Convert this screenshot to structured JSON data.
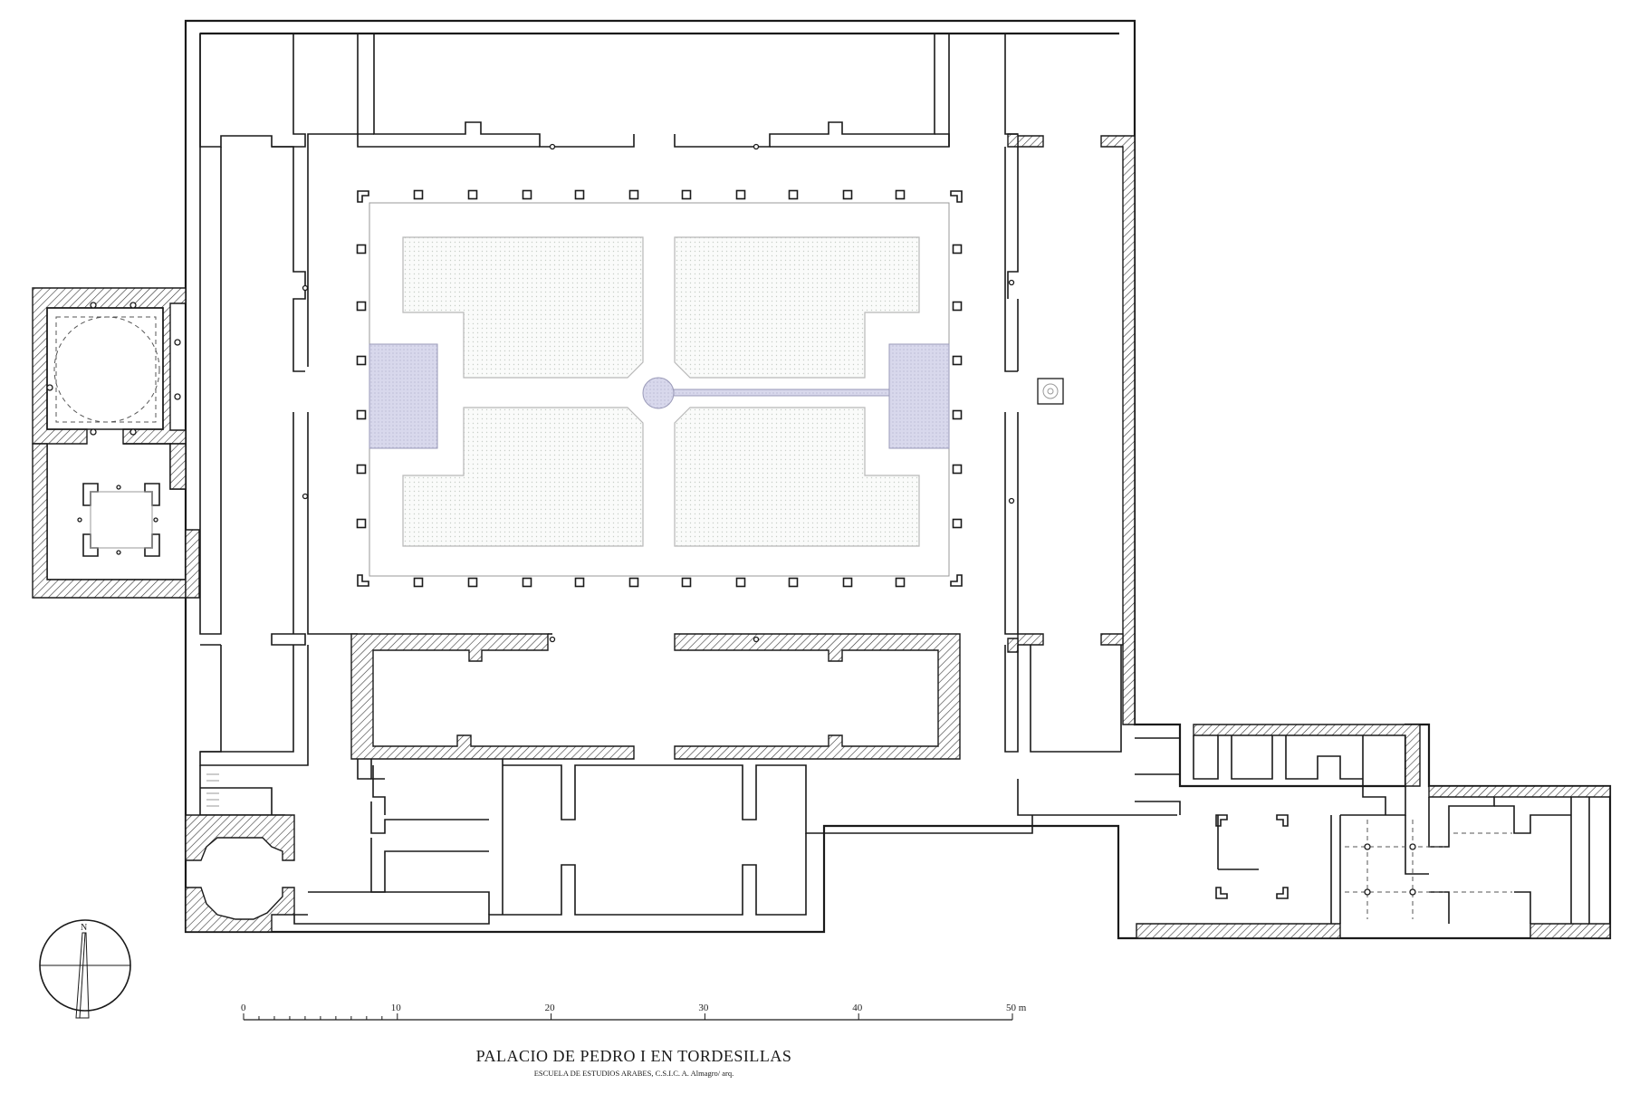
{
  "title": "PALACIO DE PEDRO I EN TORDESILLAS",
  "subtitle": "ESCUELA DE ESTUDIOS ARABES, C.S.I.C. A. Almagro/ arq.",
  "north_label": "N",
  "scale_bar": {
    "ticks": [
      "0",
      "10",
      "20",
      "30",
      "40",
      "50 m"
    ]
  },
  "colors": {
    "wall": "#1a1a1a",
    "garden_pattern": "#cfd6cf",
    "pool": "#c9c9e0"
  }
}
